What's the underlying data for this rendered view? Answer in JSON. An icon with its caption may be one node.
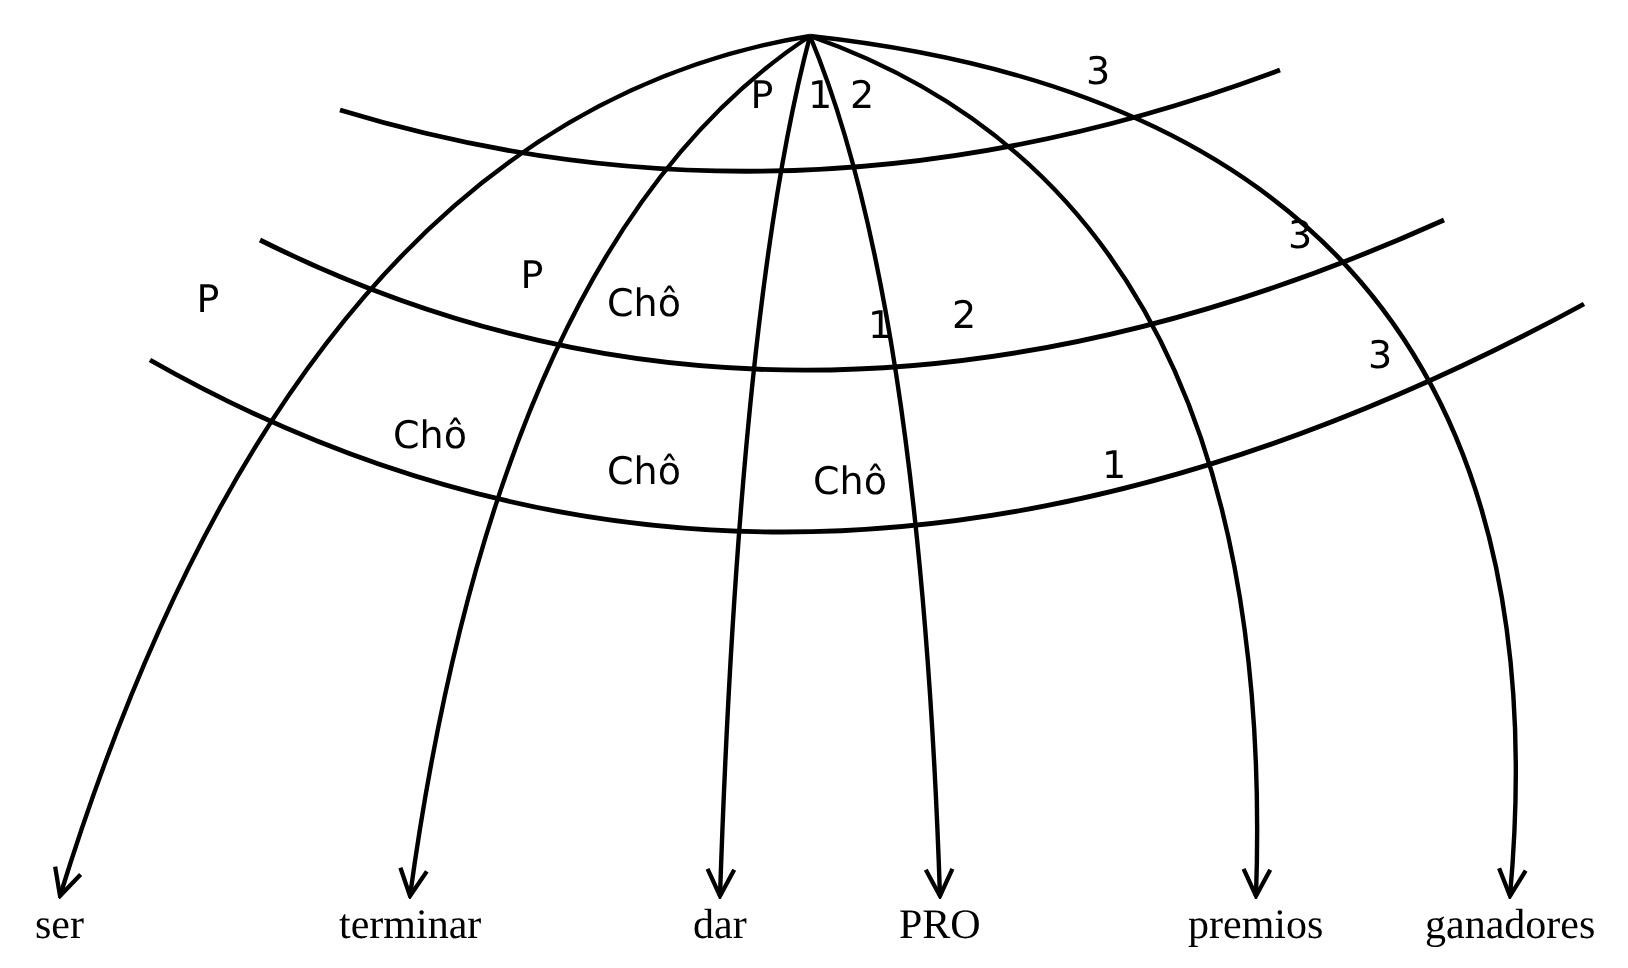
{
  "diagram": {
    "nodes": [
      {
        "text": [
          "ser"
        ]
      },
      {
        "text": [
          "terminar"
        ]
      },
      {
        "text": [
          "dar"
        ]
      },
      {
        "text": [
          "PRO"
        ]
      },
      {
        "text": [
          "premios"
        ]
      },
      {
        "text": [
          "ganadores"
        ]
      }
    ],
    "edges": [
      {
        "from": null,
        "to": 0,
        "arrow": "to"
      },
      {
        "from": null,
        "to": 1,
        "arrow": "to"
      },
      {
        "from": null,
        "to": 2,
        "arrow": "to"
      },
      {
        "from": null,
        "to": 3,
        "arrow": "to"
      },
      {
        "from": null,
        "to": 4,
        "arrow": "to"
      },
      {
        "from": null,
        "to": 5,
        "arrow": "to"
      }
    ],
    "labels": [
      "P",
      "1",
      "2",
      "3",
      "P",
      "Chô",
      "1",
      "2",
      "3",
      "P",
      "Chô",
      "Chô",
      "Chô",
      "1",
      "3"
    ]
  }
}
